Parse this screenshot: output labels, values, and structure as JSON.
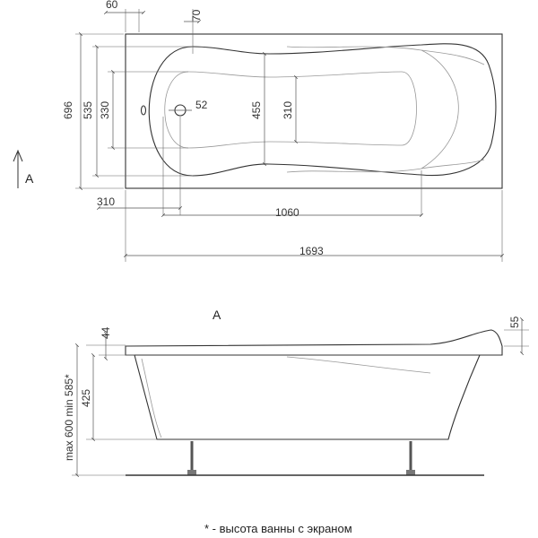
{
  "top_view": {
    "dims": {
      "d60": "60",
      "d70": "70",
      "d696": "696",
      "d535": "535",
      "d330": "330",
      "d52": "52",
      "d455": "455",
      "d310v": "310",
      "d310h": "310",
      "d1060": "1060",
      "d1693": "1693"
    },
    "view_marker": "A"
  },
  "side_view": {
    "title": "A",
    "dims": {
      "d44": "44",
      "d55": "55",
      "d425": "425",
      "dmax": "max 600 min 585*"
    }
  },
  "footnote": "* - высота ванны с экраном"
}
